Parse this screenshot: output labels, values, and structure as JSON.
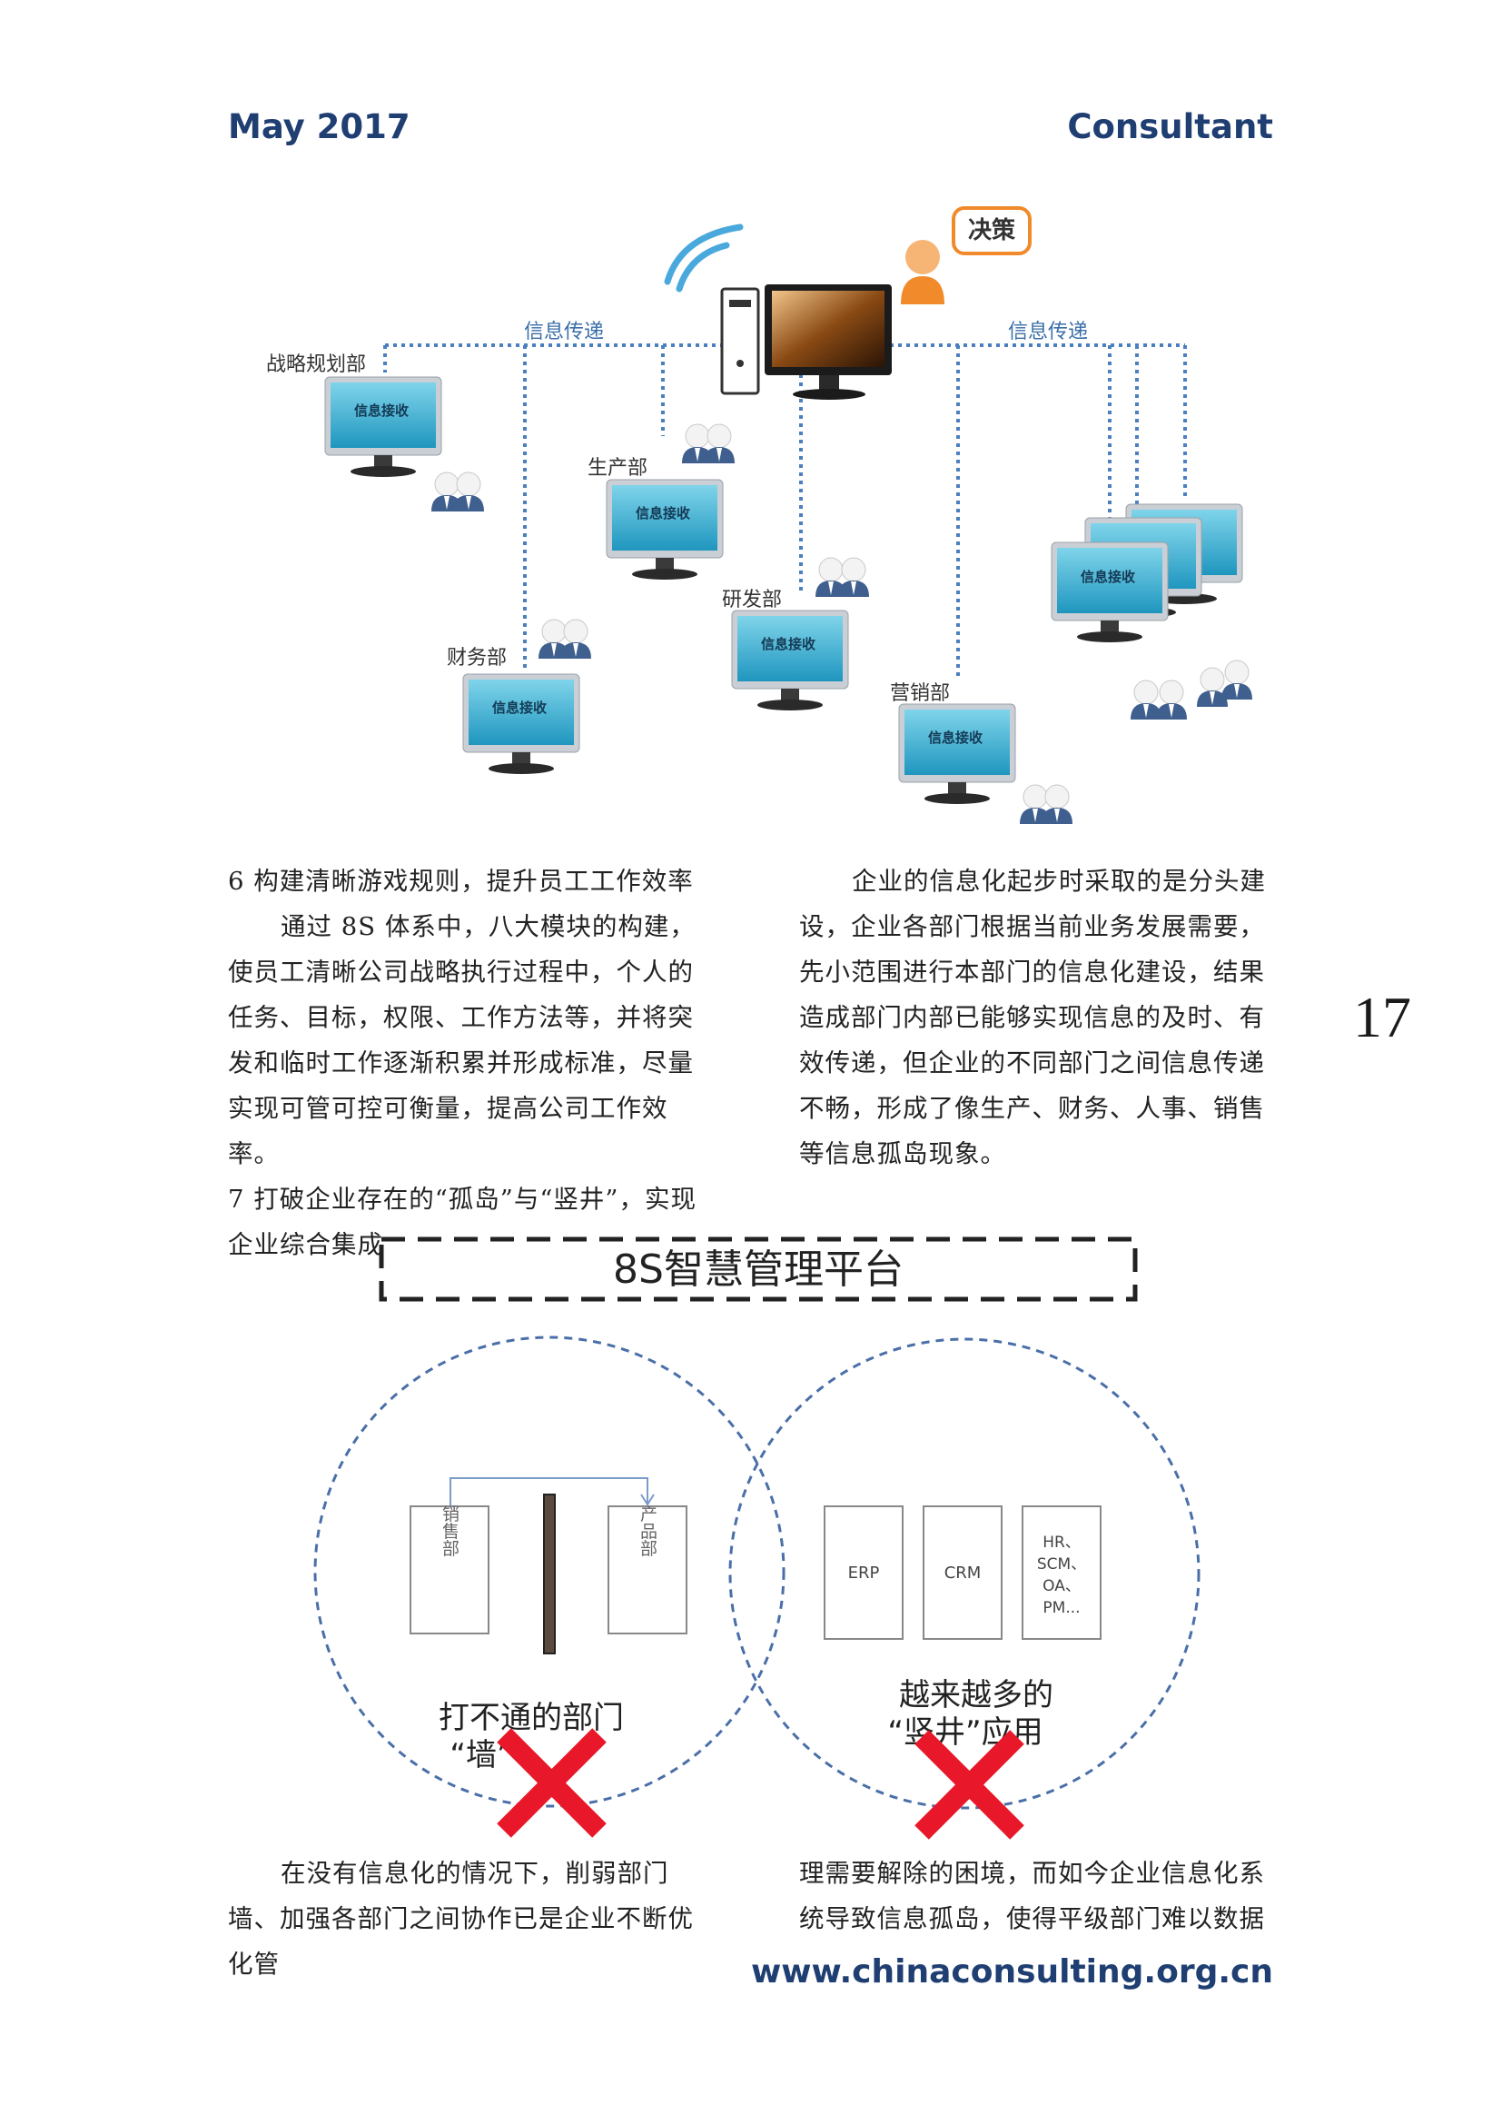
{
  "header": {
    "left": "May 2017",
    "right": "Consultant"
  },
  "page_number": "17",
  "network_diagram": {
    "decision_label": "决策",
    "transfer_label_left": "信息传递",
    "transfer_label_right": "信息传递",
    "receive_label": "信息接收",
    "departments": {
      "strategy": "战略规划部",
      "production": "生产部",
      "rnd": "研发部",
      "finance": "财务部",
      "marketing": "营销部"
    }
  },
  "left_column": {
    "heading6": "6 构建清晰游戏规则，提升员工工作效率",
    "paragraph6": "通过 8S 体系中，八大模块的构建，使员工清晰公司战略执行过程中，个人的任务、目标，权限、工作方法等，并将突发和临时工作逐渐积累并形成标准，尽量实现可管可控可衡量，提高公司工作效率。",
    "heading7": "7 打破企业存在的“孤岛”与“竖井”，实现企业综合集成"
  },
  "right_column": {
    "paragraph": "企业的信息化起步时采取的是分头建设，企业各部门根据当前业务发展需要，先小范围进行本部门的信息化建设，结果造成部门内部已能够实现信息的及时、有效传递，但企业的不同部门之间信息传递不畅，形成了像生产、财务、人事、销售等信息孤岛现象。"
  },
  "platform_diagram": {
    "title": "8S智慧管理平台",
    "left_circle": {
      "box_left": "销售部",
      "box_right": "产品部",
      "caption_line1": "打不通的部门",
      "caption_line2": "“墙”"
    },
    "right_circle": {
      "boxes": [
        "ERP",
        "CRM"
      ],
      "box3_lines": [
        "HR、",
        "SCM、",
        "OA、",
        "PM..."
      ],
      "caption_line1": "越来越多的",
      "caption_line2": "“竖井”应用"
    }
  },
  "bottom_left": "在没有信息化的情况下，削弱部门墙、加强各部门之间协作已是企业不断优化管",
  "bottom_right": "理需要解除的困境，而如今企业信息化系统导致信息孤岛，使得平级部门难以数据",
  "footer": {
    "url": "www.chinaconsulting.org.cn"
  },
  "colors": {
    "brand": "#1f3e72",
    "dotted_line": "#4a7fc0",
    "screen": "#33a9cc",
    "cross": "#e8182a"
  }
}
